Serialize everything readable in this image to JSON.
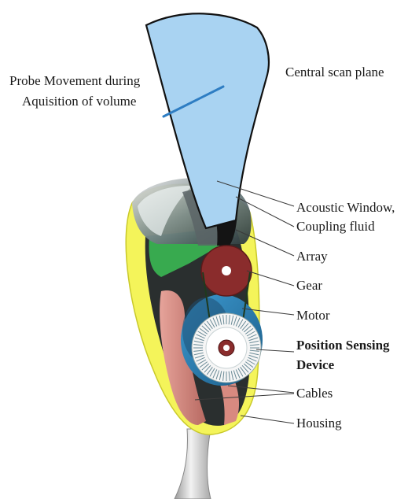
{
  "labels": {
    "probe_movement_line1": "Probe Movement during",
    "probe_movement_line2": "Aquisition of volume",
    "central_scan_plane": "Central scan plane",
    "acoustic_window": "Acoustic Window,",
    "coupling_fluid": "Coupling fluid",
    "array": "Array",
    "gear": "Gear",
    "motor": "Motor",
    "position_sensing_line1": "Position Sensing",
    "position_sensing_line2": "Device",
    "cables": "Cables",
    "housing": "Housing"
  },
  "colors": {
    "scan_plane_fill": "#a9d3f2",
    "scan_plane_stroke": "#111111",
    "housing_yellow": "#f4f45a",
    "gear_red": "#8a2c2c",
    "motor_blue": "#2a7fb3",
    "handle_gray": "#c8c8c8"
  }
}
